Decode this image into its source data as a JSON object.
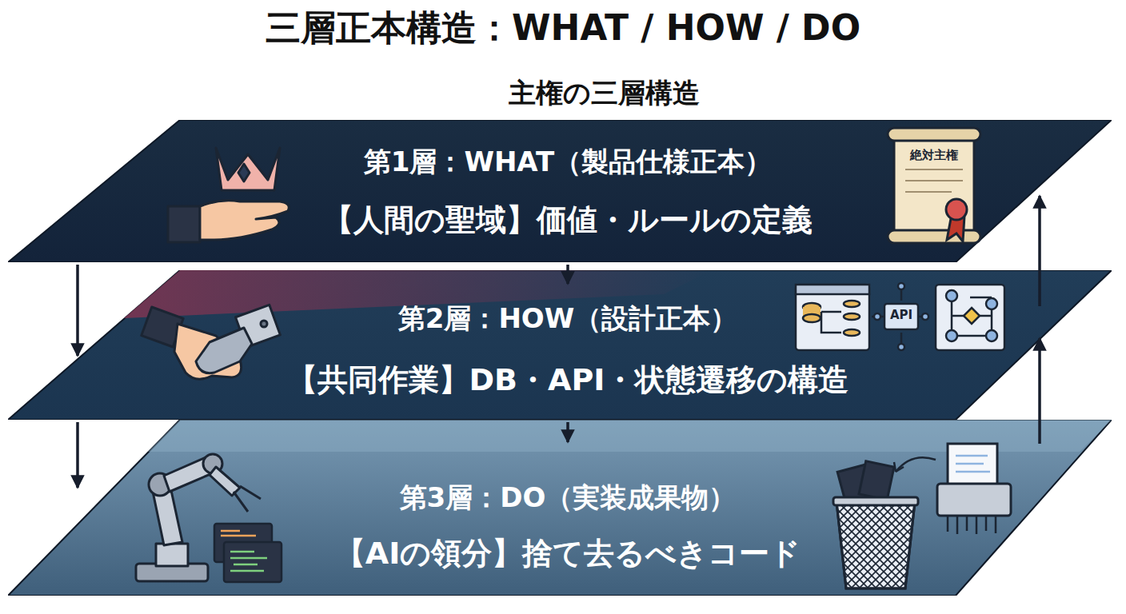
{
  "diagram": {
    "title": "三層正本構造：WHAT / HOW / DO",
    "nodes": [
      {
        "text": [
          "第1層：WHAT（製品仕様正本）",
          "【人間の聖域】価値・ルールの定義"
        ]
      },
      {
        "text": [
          "第2層：HOW（設計正本）",
          "【共同作業】DB・API・状態遷移の構造"
        ]
      },
      {
        "text": [
          "第3層：DO（実装成果物）",
          "【AIの領分】捨て去るべきコード"
        ]
      }
    ],
    "edges": [
      {
        "from": 0,
        "to": 1,
        "arrow": "to"
      },
      {
        "from": 1,
        "to": 2,
        "arrow": "to"
      },
      {
        "from": 0,
        "to": 1,
        "arrow": "to"
      },
      {
        "from": 1,
        "to": 2,
        "arrow": "to"
      },
      {
        "from": 2,
        "to": 1,
        "arrow": "to"
      },
      {
        "from": 1,
        "to": 0,
        "arrow": "to"
      }
    ],
    "labels": [
      "主権の三層構造",
      "絶対主権",
      "API"
    ]
  }
}
